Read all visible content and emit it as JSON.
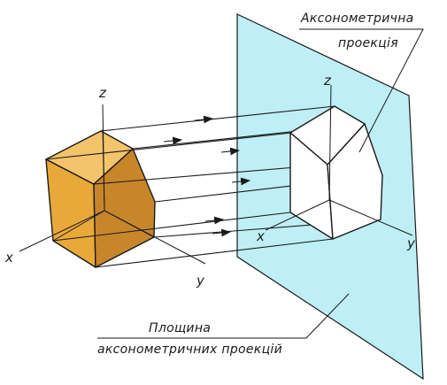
{
  "labels": {
    "projection_line1": "Аксонометрична",
    "projection_line2": "проекція",
    "plane_line1": "Площина",
    "plane_line2": "аксонометричних проекцій"
  },
  "axes": {
    "left": {
      "x": "x",
      "y": "y",
      "z": "z"
    },
    "right": {
      "x": "x",
      "y": "y",
      "z": "z"
    }
  },
  "colors": {
    "plane_fill": "#bfeff6",
    "solid_front": "#e8a93a",
    "solid_side": "#c8862b",
    "stroke": "#1a1a1a"
  }
}
